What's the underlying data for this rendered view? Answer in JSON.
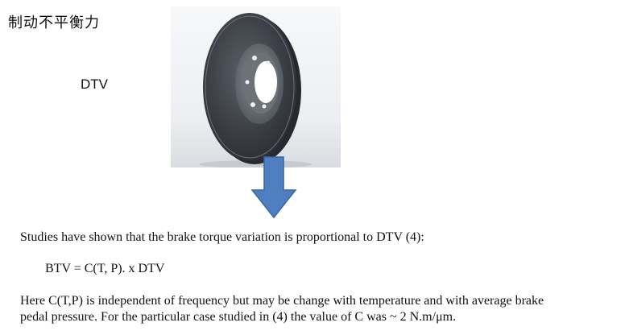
{
  "title": "制动不平衡力",
  "label": "DTV",
  "image": {
    "icon": "brake-disc-image"
  },
  "arrow": {
    "icon": "down-arrow-icon",
    "color": "#4f7fc0",
    "stroke": "#3a66a0"
  },
  "text": {
    "intro": "Studies have shown that the brake torque variation is proportional to DTV (4):",
    "formula": "BTV = C(T, P). x DTV",
    "line1": "Here C(T,P) is independent of frequency but may be change with temperature and with average brake",
    "line2": "pedal pressure.  For the particular case studied in (4) the value of C was ~ 2 N.m/μm."
  }
}
